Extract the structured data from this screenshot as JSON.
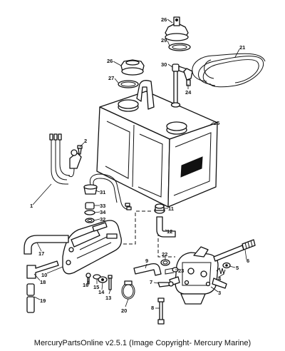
{
  "caption": "MercuryPartsOnline v2.5.1 (Image Copyright- Mercury Marine)",
  "callouts": {
    "c1": "1",
    "c2": "2",
    "c3": "3",
    "c4": "4",
    "c5": "5",
    "c6": "6",
    "c7": "7",
    "c8": "8",
    "c9": "9",
    "c10": "10",
    "c11": "11",
    "c12": "12",
    "c13": "13",
    "c14": "14",
    "c15": "15",
    "c16": "16",
    "c17": "17",
    "c18": "18",
    "c19": "19",
    "c20": "20",
    "c21": "21",
    "c22": "22",
    "c23": "23",
    "c24": "24",
    "c25": "25",
    "c26a": "26",
    "c26b": "26",
    "c27": "27",
    "c29": "29",
    "c30": "30",
    "c31": "31",
    "c32": "32",
    "c33": "33",
    "c34": "34"
  }
}
